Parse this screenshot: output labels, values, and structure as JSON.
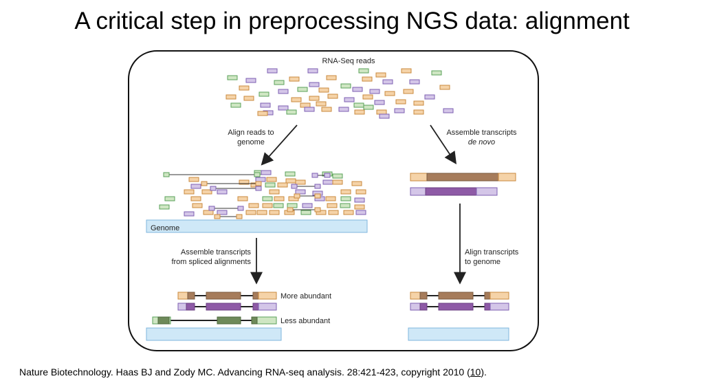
{
  "title": "A critical step in preprocessing NGS data: alignment",
  "diagram": {
    "reads_label": "RNA-Seq reads",
    "left_arrow_label": [
      "Align reads to",
      "genome"
    ],
    "right_arrow_label": [
      "Assemble transcripts",
      "de novo"
    ],
    "genome_label": "Genome",
    "left_lower_label": [
      "Assemble transcripts",
      "from spliced alignments"
    ],
    "right_lower_label": [
      "Align transcripts",
      "to genome"
    ],
    "more_abundant": "More abundant",
    "less_abundant": "Less abundant"
  },
  "colors": {
    "orange": "#f5d3a8",
    "orange_stroke": "#c98a3e",
    "purple": "#d4c6e8",
    "purple_stroke": "#7d5fb2",
    "green": "#cfe6c3",
    "green_stroke": "#5aa05a",
    "brown": "#a67c5b",
    "violet": "#8e5aa6",
    "olive": "#6e8a5a",
    "genome": "#cfe8f7",
    "genome_stroke": "#7fb6dc"
  },
  "citation": {
    "text": "Nature Biotechnology. Haas BJ and Zody MC. Advancing RNA-seq analysis. 28:421-423, copyright 2010 (",
    "ref": "10",
    "end": ")."
  }
}
